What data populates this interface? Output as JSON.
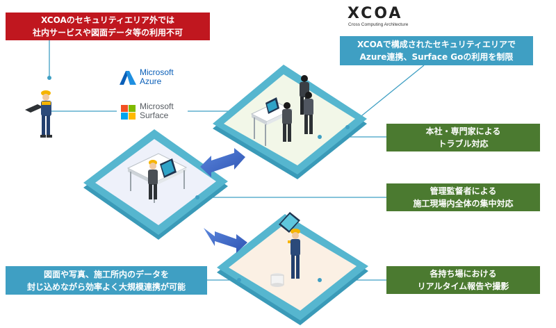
{
  "callouts": {
    "restriction": {
      "line1": "XCOAのセキュリティエリア外では",
      "line2": "社内サービスや図面データ等の利用不可"
    },
    "security_area": {
      "line1": "XCOAで構成されたセキュリティエリアで",
      "line2": "Azure連携、Surface Goの利用を制限"
    },
    "hq": {
      "line1": "本社・専門家による",
      "line2": "トラブル対応"
    },
    "supervisor": {
      "line1": "管理監督者による",
      "line2": "施工現場内全体の集中対応"
    },
    "field": {
      "line1": "各持ち場における",
      "line2": "リアルタイム報告や撮影"
    },
    "data": {
      "line1": "図面や写真、施工所内のデータを",
      "line2": "封じ込めながら効率よく大規模連携が可能"
    }
  },
  "logos": {
    "xcoa_wordmark": "XCOA",
    "xcoa_tagline": "Cross Computing Architecture",
    "azure_line1": "Microsoft",
    "azure_line2": "Azure",
    "surface_line1": "Microsoft",
    "surface_line2": "Surface"
  },
  "colors": {
    "red_callout": "#c0171f",
    "teal_callout": "#3f9fc3",
    "green_callout": "#4b7a30",
    "platform_edge": "#56b6cf",
    "connector_line": "#3f9fc3",
    "arrow": "#3d63c4"
  }
}
